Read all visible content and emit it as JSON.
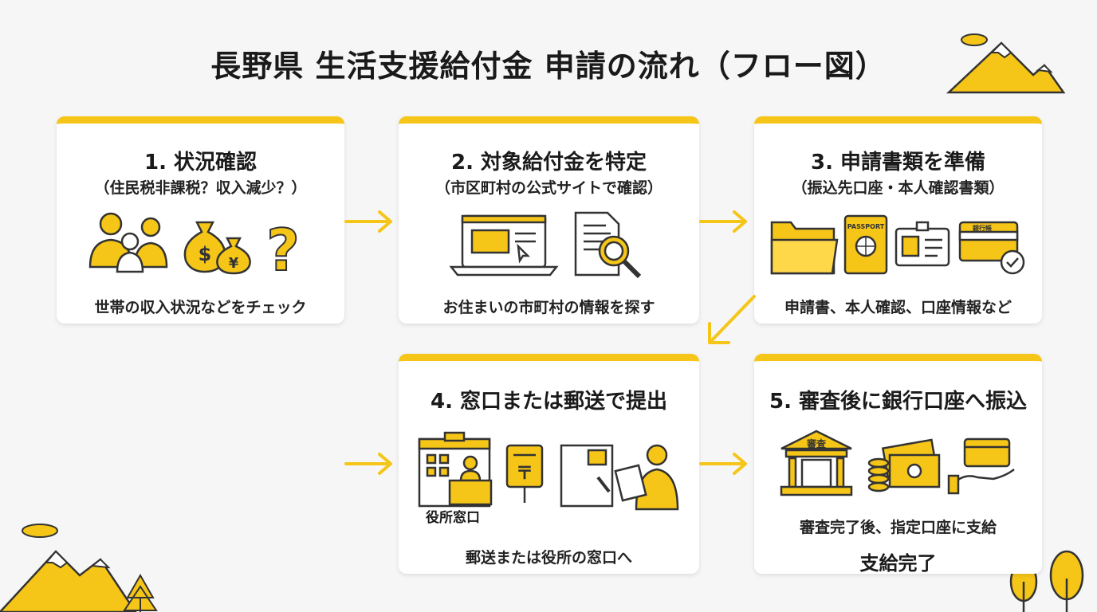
{
  "title": "長野県 生活支援給付金 申請の流れ（フロー図）",
  "colors": {
    "accent": "#f5c518",
    "icon_fill": "#f5c518",
    "stroke": "#333333"
  },
  "steps": [
    {
      "heading": "1. 状況確認",
      "subheading": "（住民税非課税？収入減少？）",
      "caption": "世帯の収入状況などをチェック",
      "icons": [
        "family-icon",
        "money-bags-icon",
        "question-mark-icon"
      ],
      "money_symbols": [
        "$",
        "¥"
      ],
      "glyph": "?"
    },
    {
      "heading": "2. 対象給付金を特定",
      "subheading": "（市区町村の公式サイトで確認）",
      "caption": "お住まいの市町村の情報を探す",
      "icons": [
        "laptop-icon",
        "document-search-icon"
      ]
    },
    {
      "heading": "3. 申請書類を準備",
      "subheading": "（振込先口座・本人確認書類）",
      "caption": "申請書、本人確認、口座情報など",
      "icons": [
        "folder-icon",
        "passport-icon",
        "id-card-icon",
        "bankbook-icon"
      ],
      "passport_label": "PASSPORT",
      "bankbook_label": "銀行帳"
    },
    {
      "heading": "4. 窓口または郵送で提出",
      "caption": "郵送または役所の窓口へ",
      "office_label": "役所窓口",
      "icons": [
        "office-counter-icon",
        "mailbox-icon",
        "envelope-icon",
        "person-reading-icon"
      ],
      "post_symbol": "〒"
    },
    {
      "heading": "5. 審査後に銀行口座へ振込",
      "caption": "審査完了後、指定口座に支給",
      "caption2": "支給完了",
      "icons": [
        "bank-icon",
        "cash-icon",
        "hand-card-icon"
      ],
      "bank_label": "審査"
    }
  ]
}
